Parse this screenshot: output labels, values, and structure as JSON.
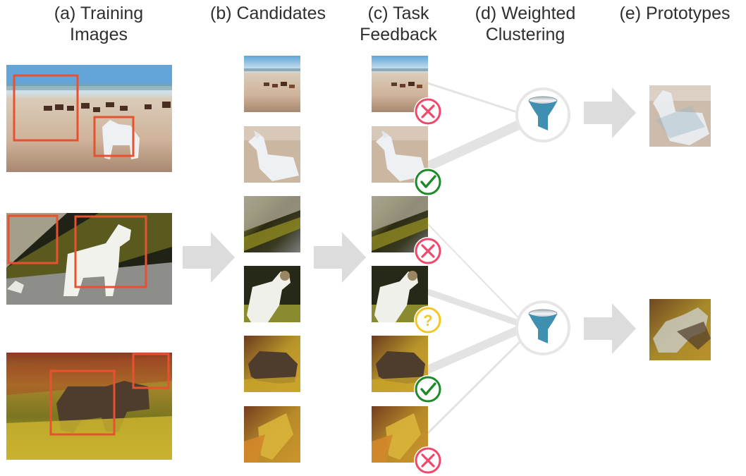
{
  "titles": [
    {
      "line1": "(a) Training",
      "line2": "Images"
    },
    {
      "line1": "(b) Candidates",
      "line2": ""
    },
    {
      "line1": "(c) Task",
      "line2": "Feedback"
    },
    {
      "line1": "(d) Weighted",
      "line2": "Clustering"
    },
    {
      "line1": "(e) Prototypes",
      "line2": ""
    }
  ],
  "training_images": [
    "herd-on-plain",
    "white-ram",
    "brown-bear"
  ],
  "feedback": [
    "reject",
    "accept",
    "reject",
    "uncertain",
    "accept",
    "reject"
  ],
  "feedback_symbols": {
    "uncertain": "?"
  },
  "colors": {
    "box": "#e8512f",
    "arrow": "#dcdcdc",
    "reject": "#f0476b",
    "accept": "#1d8a2a",
    "uncertain": "#f5c526",
    "funnel": "#3f8fb0",
    "connector": "#e3e3e3"
  },
  "icons": [
    "cross-circle-icon",
    "check-circle-icon",
    "question-circle-icon",
    "funnel-icon",
    "arrow-right-icon"
  ]
}
